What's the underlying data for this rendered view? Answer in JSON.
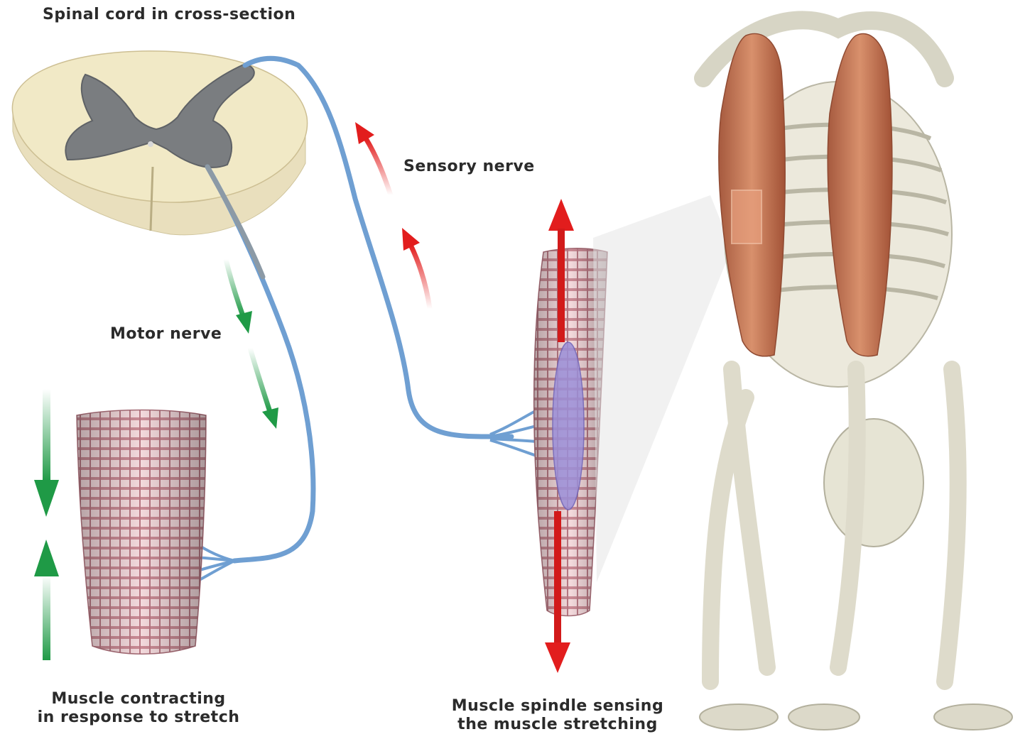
{
  "labels": {
    "spinal_cord": "Spinal cord in cross-section",
    "sensory_nerve": "Sensory nerve",
    "motor_nerve": "Motor nerve",
    "contracting_line1": "Muscle contracting",
    "contracting_line2": "in response to stretch",
    "spindle_line1": "Muscle spindle sensing",
    "spindle_line2": "the muscle stretching"
  },
  "colors": {
    "sensory_arrow": "#e21d1d",
    "motor_arrow": "#1f9a46",
    "nerve_sensory": "#6f9fd2",
    "nerve_motor": "#8c9aa6",
    "grey_matter": "#7a7d80",
    "white_matter": "#efe6c2",
    "muscle_stripes": "#c98a94",
    "spindle": "#9b8fd8",
    "bone": "#e6e6d5",
    "muscle_tissue": "#c8714f"
  }
}
